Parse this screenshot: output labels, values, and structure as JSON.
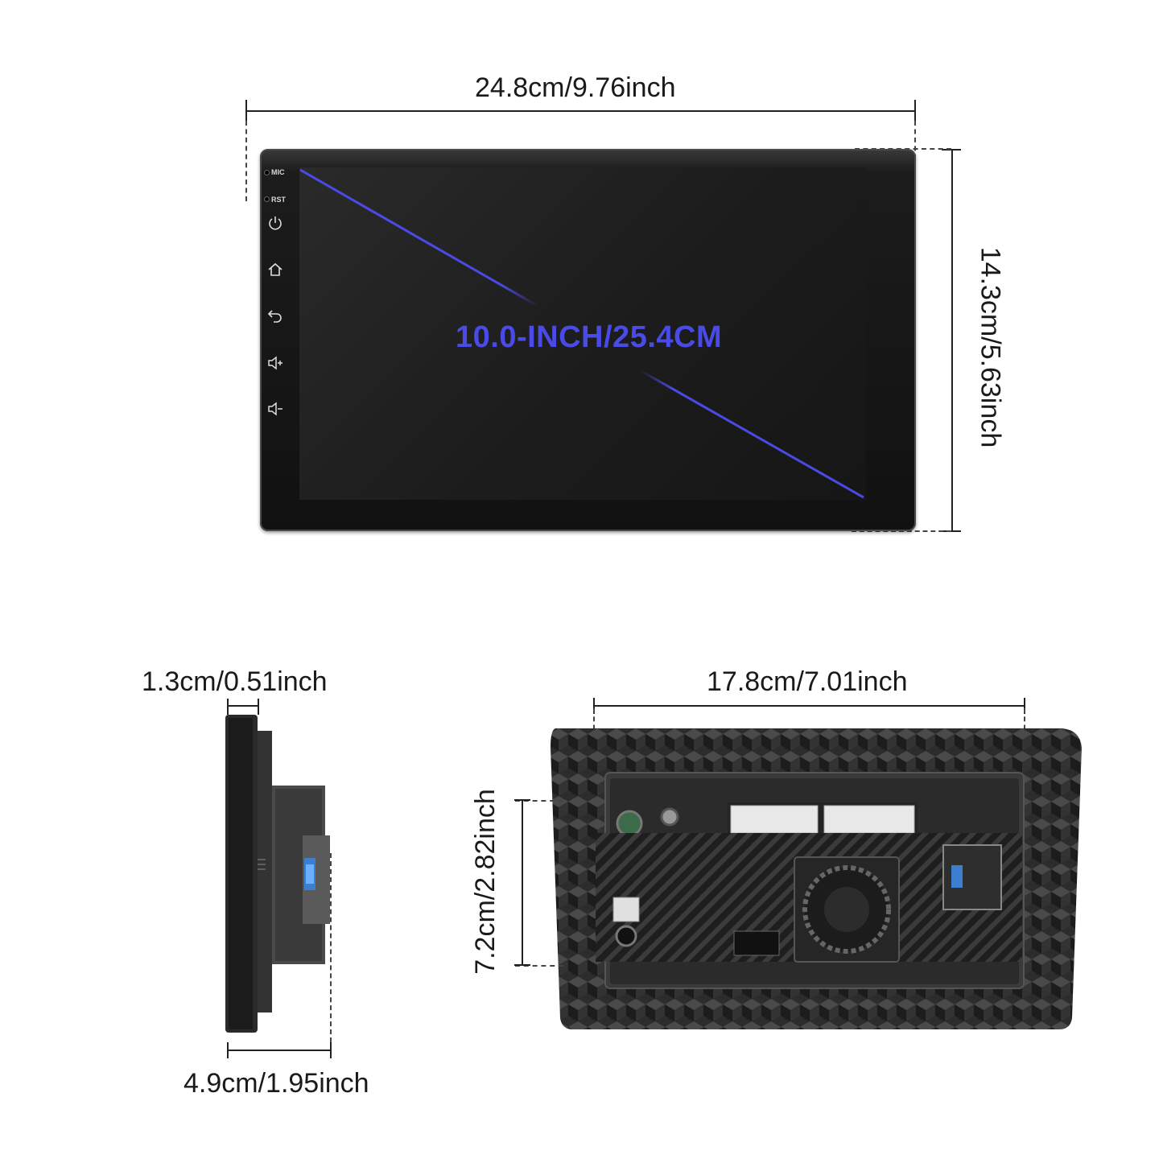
{
  "front": {
    "width_label": "24.8cm/9.76inch",
    "height_label": "14.3cm/5.63inch",
    "diagonal_label": "10.0-INCH/25.4CM",
    "mic_label": "MIC",
    "rst_label": "RST",
    "buttons": [
      "power-icon",
      "home-icon",
      "back-icon",
      "volume-up-icon",
      "volume-down-icon"
    ],
    "accent_color": "#4a4ae8"
  },
  "side": {
    "depth_label": "1.3cm/0.51inch",
    "total_depth_label": "4.9cm/1.95inch"
  },
  "rear": {
    "width_label": "17.8cm/7.01inch",
    "height_label": "7.2cm/2.82inch"
  }
}
